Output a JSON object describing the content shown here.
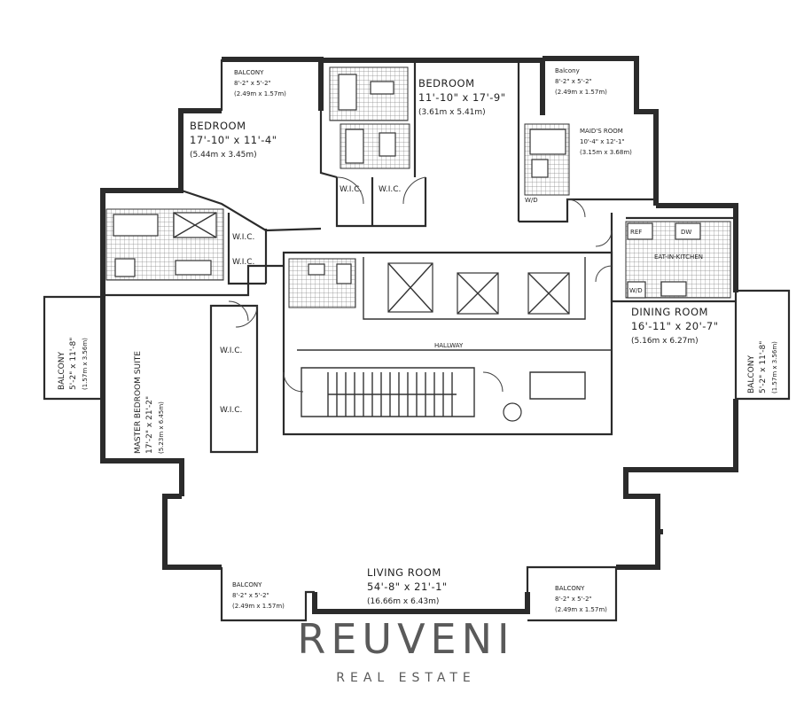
{
  "rooms": {
    "balcony_top_left": {
      "name": "BALCONY",
      "dims_imperial": "8'-2\" x 5'-2\"",
      "dims_metric": "(2.49m x 1.57m)"
    },
    "balcony_top_right": {
      "name": "Balcony",
      "dims_imperial": "8'-2\" x 5'-2\"",
      "dims_metric": "(2.49m x 1.57m)"
    },
    "bedroom_left": {
      "name": "BEDROOM",
      "dims_imperial": "17'-10\" x 11'-4\"",
      "dims_metric": "(5.44m x 3.45m)"
    },
    "bedroom_right": {
      "name": "BEDROOM",
      "dims_imperial": "11'-10\" x 17'-9\"",
      "dims_metric": "(3.61m x 5.41m)"
    },
    "maids_room": {
      "name": "MAID'S ROOM",
      "dims_imperial": "10'-4\" x 12'-1\"",
      "dims_metric": "(3.15m x 3.68m)"
    },
    "master_bedroom": {
      "name": "MASTER BEDROOM SUITE",
      "dims_imperial": "17'-2\" x 21'-2\"",
      "dims_metric": "(5.23m x 6.45m)"
    },
    "balcony_left": {
      "name": "BALCONY",
      "dims_imperial": "5'-2\" x 11'-8\"",
      "dims_metric": "(1.57m x 3.56m)"
    },
    "balcony_right": {
      "name": "BALCONY",
      "dims_imperial": "5'-2\" x 11'-8\"",
      "dims_metric": "(1.57m x 3.56m)"
    },
    "dining_room": {
      "name": "DINING ROOM",
      "dims_imperial": "16'-11\" x 20'-7\"",
      "dims_metric": "(5.16m x 6.27m)"
    },
    "living_room": {
      "name": "LIVING ROOM",
      "dims_imperial": "54'-8\" x 21'-1\"",
      "dims_metric": "(16.66m x 6.43m)"
    },
    "balcony_bottom_left": {
      "name": "BALCONY",
      "dims_imperial": "8'-2\" x 5'-2\"",
      "dims_metric": "(2.49m x 1.57m)"
    },
    "balcony_bottom_right": {
      "name": "BALCONY",
      "dims_imperial": "8'-2\" x 5'-2\"",
      "dims_metric": "(2.49m x 1.57m)"
    },
    "eat_in_kitchen": {
      "name": "EAT-IN-KITCHEN"
    },
    "hallway": {
      "name": "HALLWAY"
    }
  },
  "small_labels": {
    "wic": "W.I.C.",
    "wd": "W/D",
    "ref": "REF",
    "dw": "DW"
  },
  "brand": {
    "name": "REUVENI",
    "tagline": "REAL ESTATE"
  }
}
